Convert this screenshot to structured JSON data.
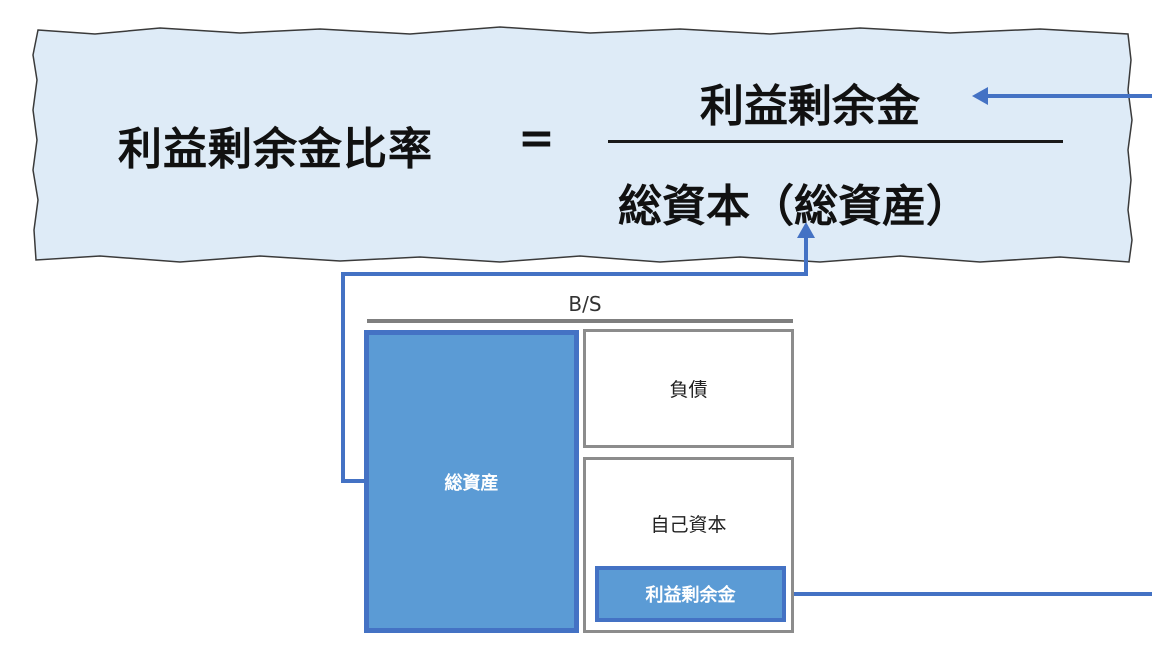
{
  "formula": {
    "lhs": "利益剰余金比率",
    "equals": "=",
    "numerator": "利益剰余金",
    "denominator": "総資本（総資産）"
  },
  "balance_sheet": {
    "title": "B/S",
    "assets_label": "総資産",
    "liabilities_label": "負債",
    "equity_label": "自己資本",
    "retained_earnings_label": "利益剰余金"
  },
  "colors": {
    "panel_fill": "#deebf7",
    "accent_blue": "#4472c4",
    "box_blue": "#5b9bd5",
    "gray_border": "#8c8c8c"
  }
}
